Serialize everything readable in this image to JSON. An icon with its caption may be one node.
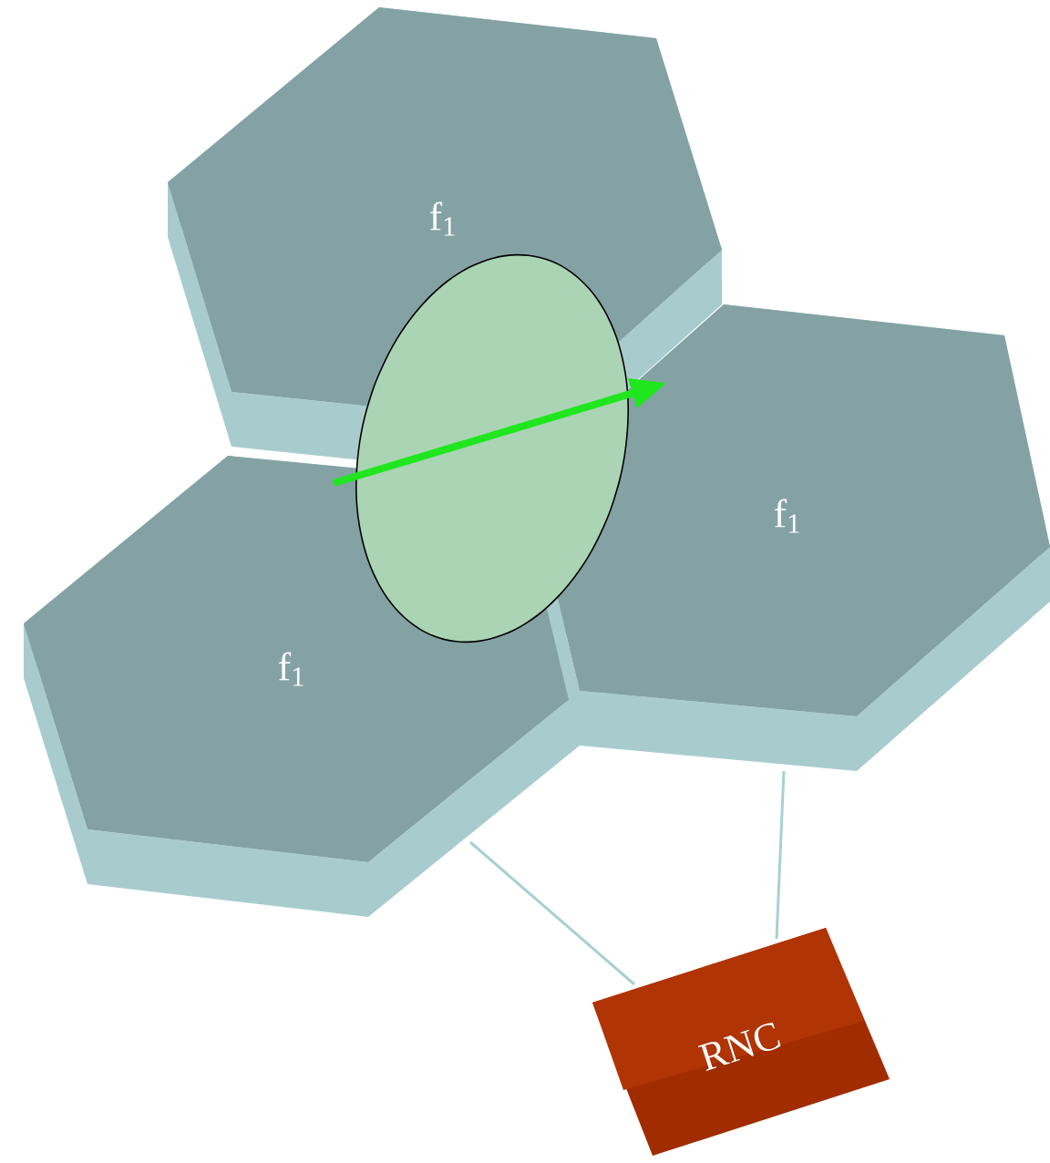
{
  "diagram": {
    "nodes": [
      {
        "text": [
          "f$_{1}$"
        ]
      },
      {
        "text": [
          "f$_{1}$"
        ]
      },
      {
        "text": [
          "f$_{1}$"
        ]
      },
      {
        "text": [
          "RNC"
        ]
      }
    ],
    "edges": [
      {
        "from": 2,
        "to": 3,
        "arrow": "none"
      },
      {
        "from": 1,
        "to": 3,
        "arrow": "none"
      },
      {
        "from": 2,
        "to": 1,
        "arrow": "to",
        "style": "thick",
        "color": "#20e620"
      }
    ]
  }
}
